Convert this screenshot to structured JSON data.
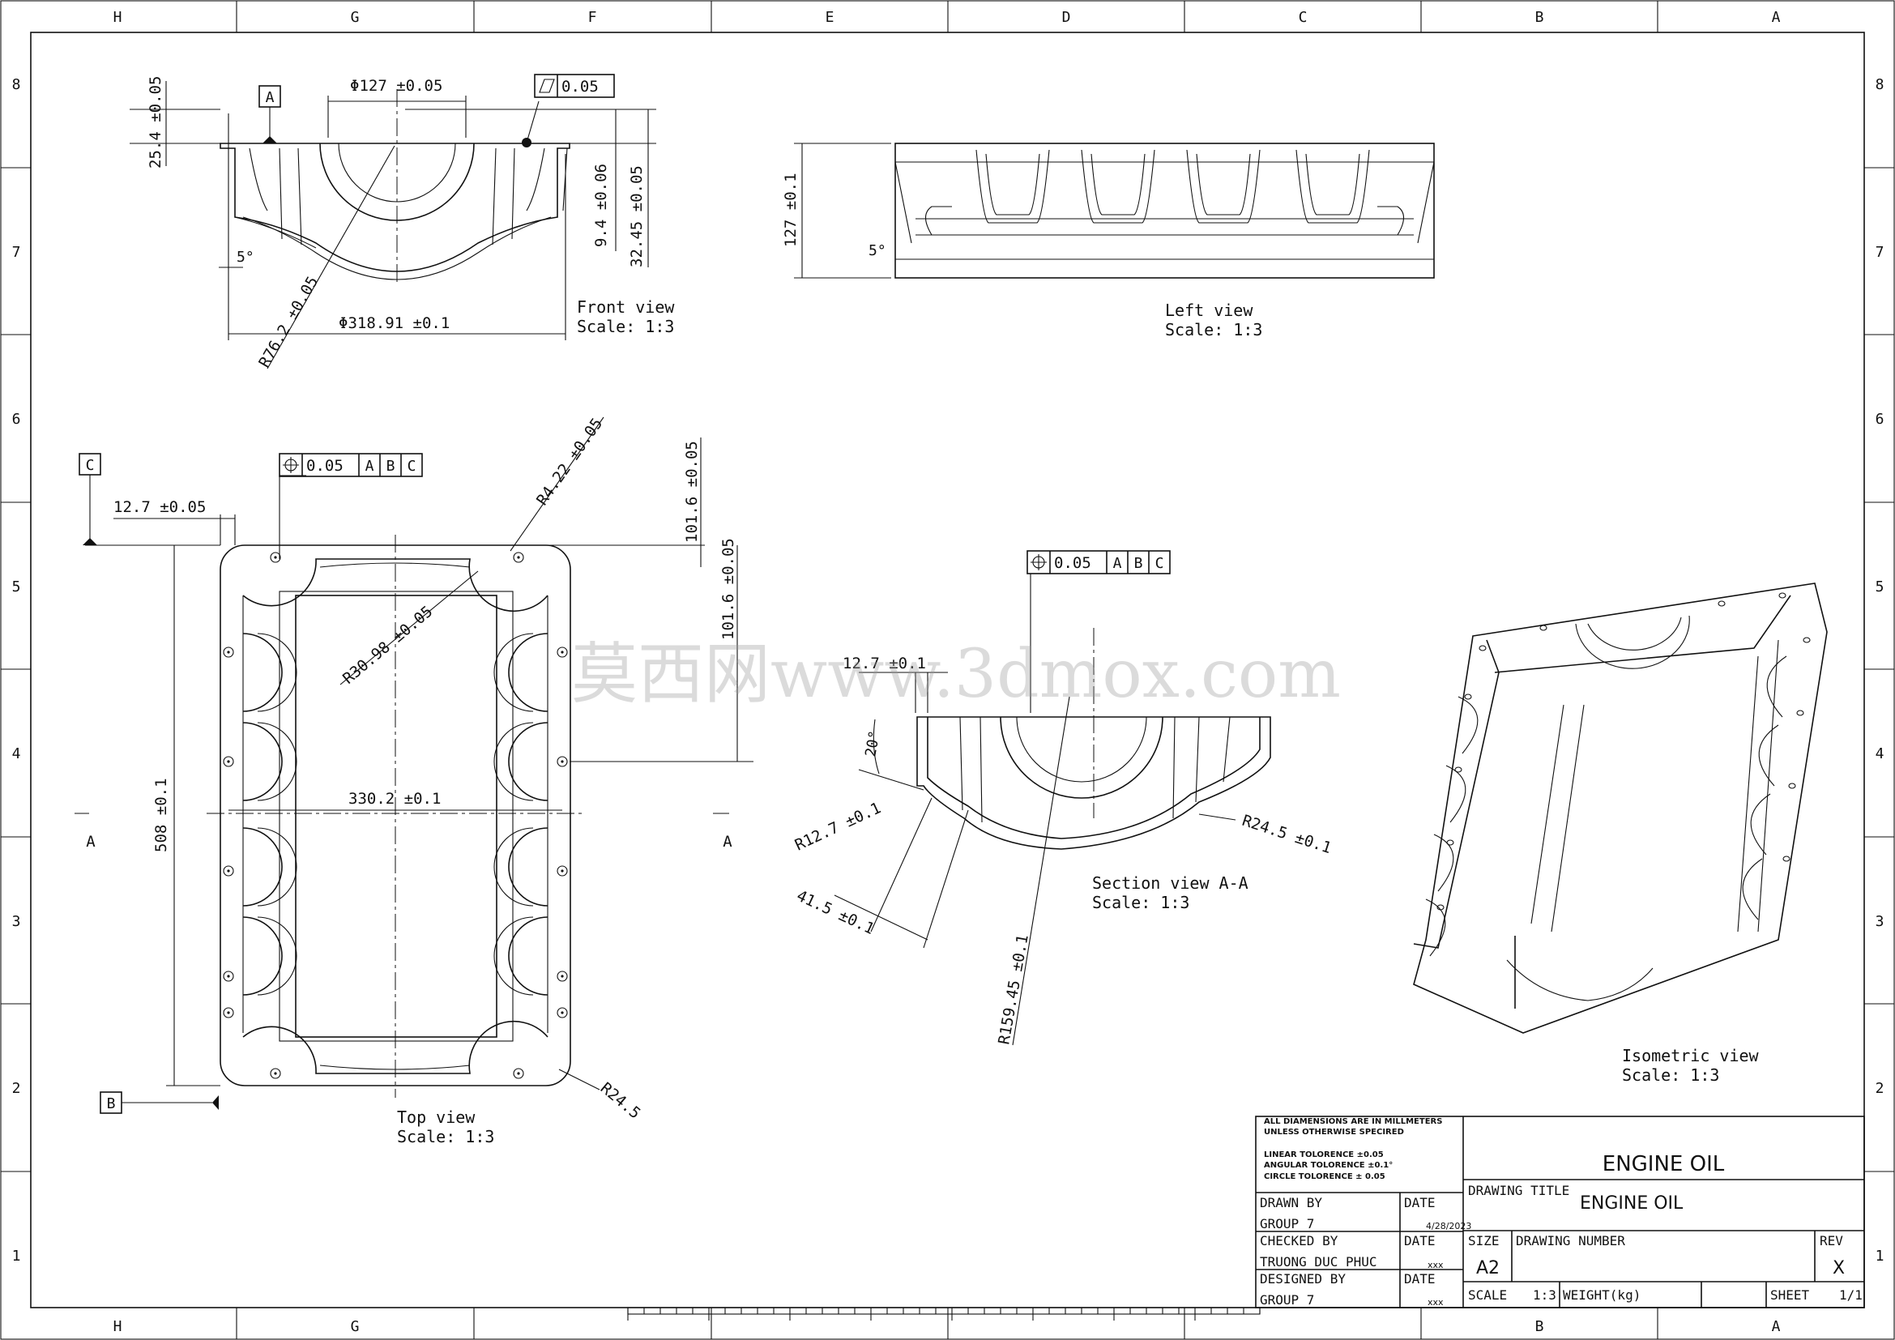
{
  "frame": {
    "col_labels": [
      "H",
      "G",
      "F",
      "E",
      "D",
      "C",
      "B",
      "A"
    ],
    "row_labels": [
      "8",
      "7",
      "6",
      "5",
      "4",
      "3",
      "2",
      "1"
    ]
  },
  "watermark": "莫西网www.3dmox.com",
  "views": {
    "front": {
      "title": "Front view",
      "scale": "Scale:  1:3"
    },
    "left": {
      "title": "Left view",
      "scale": "Scale:  1:3"
    },
    "top": {
      "title": "Top view",
      "scale": "Scale:  1:3"
    },
    "section": {
      "title": "Section view A-A",
      "scale": "Scale:  1:3"
    },
    "iso": {
      "title": "Isometric view",
      "scale": "Scale:  1:3"
    }
  },
  "dimensions": {
    "front_dia127": "Φ127 ±0.05",
    "front_254": "25.4 ±0.05",
    "front_94": "9.4 ±0.06",
    "front_3245": "32.45 ±0.05",
    "front_5deg": "5°",
    "front_r762": "R76.2 ±0.05",
    "front_dia31891": "Φ318.91 ±0.1",
    "left_127": "127 ±0.1",
    "left_5deg": "5°",
    "top_127": "12.7 ±0.05",
    "top_r422": "R4.22 ±0.05",
    "top_1016a": "101.6 ±0.05",
    "top_1016b": "101.6 ±0.05",
    "top_r3098": "R30.98 ±0.05",
    "top_3302": "330.2 ±0.1",
    "top_508": "508 ±0.1",
    "top_r245": "R24.5",
    "sec_127": "12.7 ±0.1",
    "sec_20deg": "20°",
    "sec_r127": "R12.7 ±0.1",
    "sec_415": "41.5 ±0.1",
    "sec_r15945": "R159.45 ±0.1",
    "sec_r245": "R24.5 ±0.1"
  },
  "gdt": {
    "flatness_value": "0.05",
    "pos_value": "0.05",
    "ref_a": "A",
    "ref_b": "B",
    "ref_c": "C",
    "datum_a": "A",
    "datum_b": "B",
    "datum_c": "C",
    "section_mark": "A"
  },
  "title_block": {
    "notes": [
      "ALL DIAMENSIONS ARE IN MILLMETERS",
      "UNLESS OTHERWISE SPECIRED",
      "LINEAR TOLORENCE ±0.05",
      "ANGULAR TOLORENCE ±0.1°",
      "CIRCLE TOLORENCE ± 0.05"
    ],
    "drawn_by_label": "DRAWN BY",
    "drawn_by": "GROUP 7",
    "checked_by_label": "CHECKED BY",
    "checked_by": "TRUONG DUC PHUC",
    "designed_by_label": "DESIGNED BY",
    "designed_by": "GROUP 7",
    "date_label": "DATE",
    "date_drawn": "4/28/2023",
    "date_checked": "xxx",
    "date_designed": "xxx",
    "company": "ENGINE OIL",
    "drawing_title_label": "DRAWING TITLE",
    "drawing_title": "ENGINE OIL",
    "size_label": "SIZE",
    "size": "A2",
    "drawing_number_label": "DRAWING NUMBER",
    "rev_label": "REV",
    "rev": "X",
    "scale_label": "SCALE",
    "scale": "1:3",
    "weight_label": "WEIGHT(kg)",
    "sheet_label": "SHEET",
    "sheet": "1/1"
  }
}
